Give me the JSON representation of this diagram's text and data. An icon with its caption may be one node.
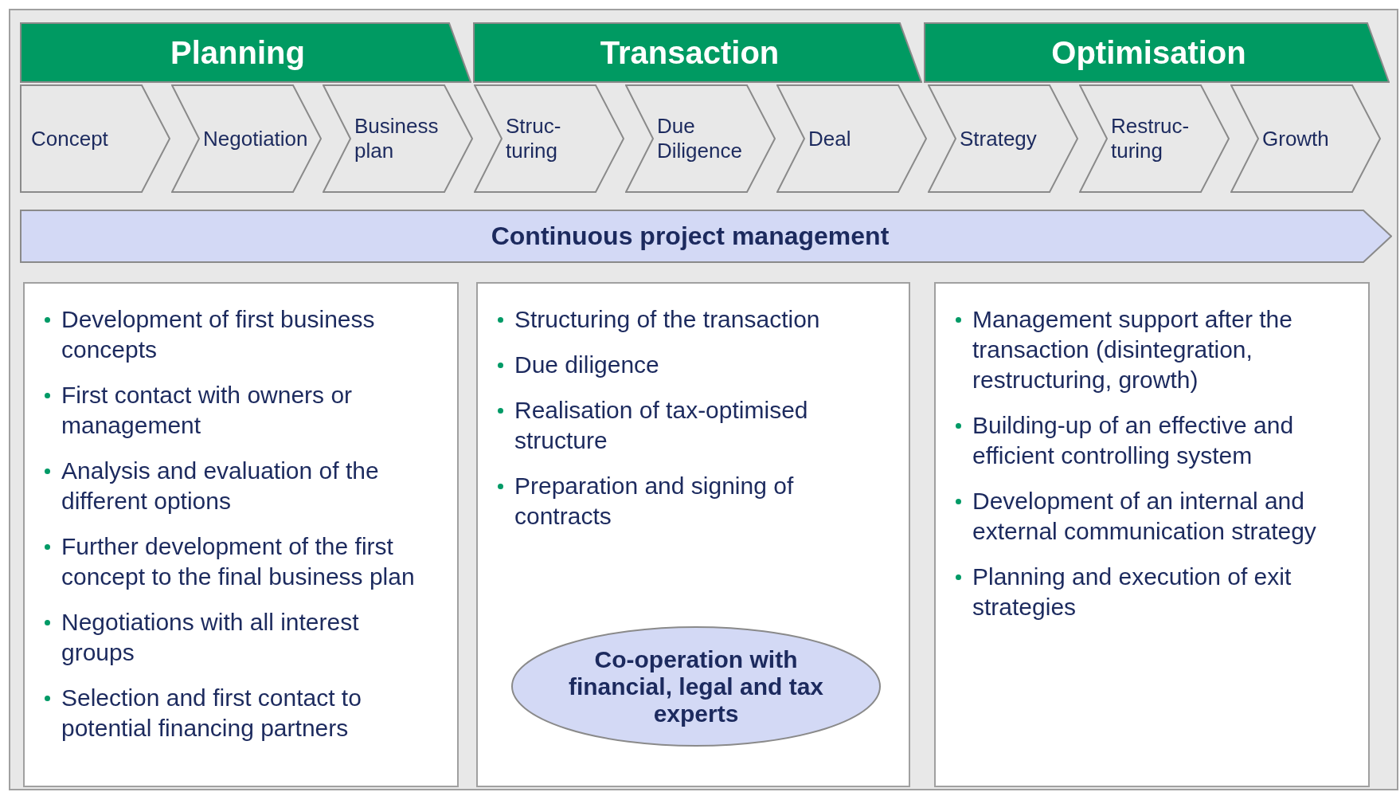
{
  "diagram": {
    "nodes": [
      {
        "text": [
          "Planning"
        ]
      },
      {
        "text": [
          "Transaction"
        ]
      },
      {
        "text": [
          "Optimisation"
        ]
      },
      {
        "text": [
          "Concept"
        ]
      },
      {
        "text": [
          "Negotiation"
        ]
      },
      {
        "text": [
          "Business plan"
        ]
      },
      {
        "text": [
          "Struc- turing"
        ]
      },
      {
        "text": [
          "Due Diligence"
        ]
      },
      {
        "text": [
          "Deal"
        ]
      },
      {
        "text": [
          "Strategy"
        ]
      },
      {
        "text": [
          "Restruc- turing"
        ]
      },
      {
        "text": [
          "Growth"
        ]
      },
      {
        "text": [
          "Continuous project management"
        ]
      },
      {
        "text": [
          "Development of first business concepts",
          "First contact with owners or management",
          "Analysis and evaluation of the different options",
          "Further development of the first concept to the final business plan",
          "Negotiations with all interest groups",
          "Selection and first contact to potential financing partners"
        ]
      },
      {
        "text": [
          "Structuring of the transaction",
          "Due diligence",
          "Realisation of tax-optimised structure",
          "Preparation and signing of contracts"
        ]
      },
      {
        "text": [
          "Co-operation with financial, legal and tax experts"
        ],
        "in": 14
      },
      {
        "text": [
          "Management support after the transaction (disintegration, restructuring, growth)",
          "Building-up of an effective and efficient controlling system",
          "Development of an internal and external communication strategy",
          "Planning and execution of exit strategies"
        ]
      }
    ]
  }
}
